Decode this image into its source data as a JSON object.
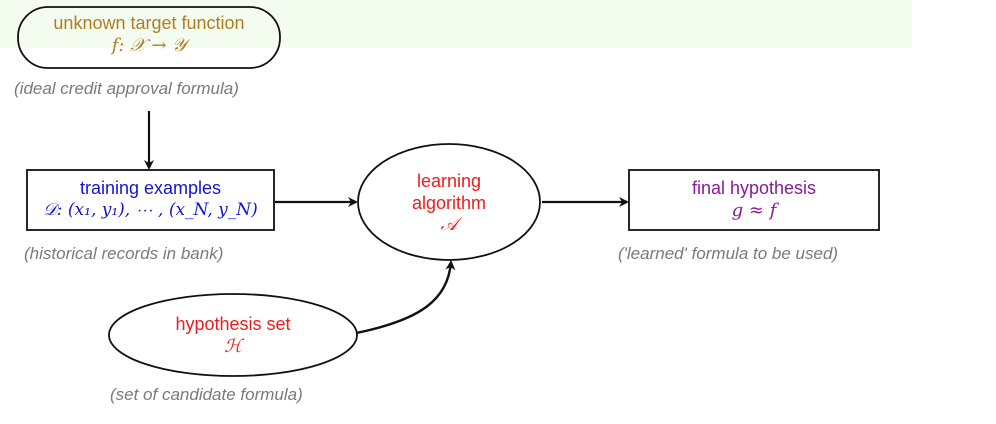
{
  "colors": {
    "target": "#b07d25",
    "training": "#1414d4",
    "algorithm": "#ee1c1c",
    "hypothesis_set": "#ee1c1c",
    "final": "#8a1a9a",
    "final_f": "#c8961e",
    "caption": "#7a7a7a"
  },
  "target": {
    "title": "unknown target function",
    "formula": "f: 𝒳 → 𝒴",
    "caption": "(ideal credit approval formula)"
  },
  "training": {
    "title": "training examples",
    "formula": "𝒟: (x₁, y₁), ⋯ , (x_N, y_N)",
    "caption": "(historical records in bank)"
  },
  "algorithm": {
    "line1": "learning",
    "line2": "algorithm",
    "symbol": "𝒜"
  },
  "hypothesis_set": {
    "title": "hypothesis set",
    "symbol": "ℋ",
    "caption": "(set of candidate formula)"
  },
  "final": {
    "title": "final hypothesis",
    "formula": "g ≈ f",
    "caption": "('learned' formula to be used)"
  }
}
